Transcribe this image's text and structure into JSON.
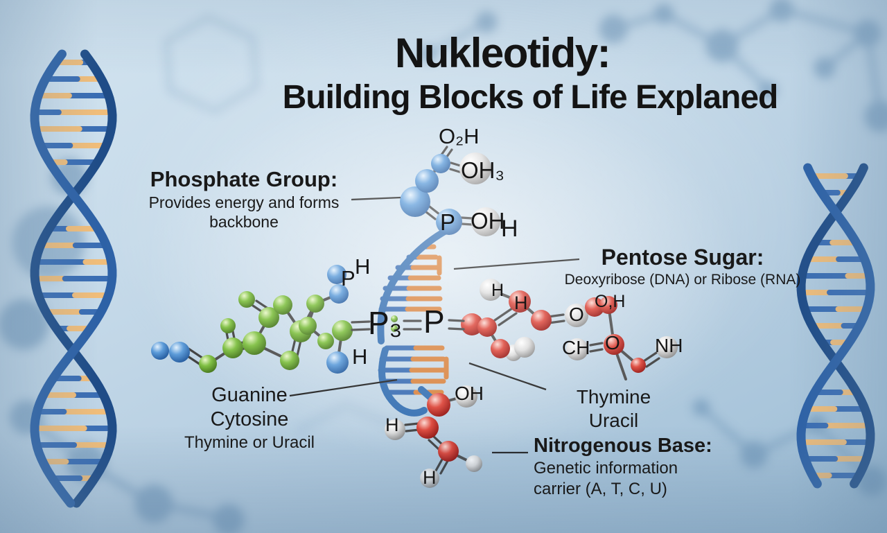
{
  "title": {
    "line1": "Nukleotidy:",
    "line2": "Building Blocks of Life Explaned"
  },
  "annotations": {
    "phosphate": {
      "heading": "Phosphate Group:",
      "line1": "Provides energy and forms",
      "line2": "backbone"
    },
    "pentose": {
      "heading": "Pentose Sugar:",
      "line1": "Deoxyribose (DNA) or Ribose (RNA)"
    },
    "bases_left": {
      "line1": "Guanine",
      "line2": "Cytosine",
      "line3": "Thymine or Uracil"
    },
    "bases_right": {
      "line1": "Thymine",
      "line2": "Uracil"
    },
    "nitrogenous": {
      "heading": "Nitrogenous Base:",
      "line1": "Genetic information",
      "line2": "carrier (A, T, C, U)"
    }
  },
  "atom_labels": {
    "o2h": "O₂H",
    "oh3": "OH₃",
    "p_top": "P",
    "oh_top": "OH",
    "h_top": "H",
    "h_pleft": "H",
    "p_left": "P",
    "h_left": "H",
    "p3": "P₃",
    "p_center": "P",
    "h_sugar1": "H",
    "h_sugar2": "H",
    "o_sugar": "O",
    "oh_sugar": "O,H",
    "ch_sugar": "CH",
    "o_ring": "O",
    "nh_sugar": "NH",
    "oh_base": "OH",
    "h_base1": "H",
    "h_base2": "H"
  },
  "colors": {
    "background": "#c3d8e8",
    "phosphate_blue": "#3f7fc4",
    "sugar_red": "#cf2f2a",
    "base_green": "#72b738",
    "atom_gray": "#d6d6d6",
    "helix_blue": "#2a5a9c",
    "rung_orange": "#eeb56f",
    "text": "#1b1b1b"
  }
}
